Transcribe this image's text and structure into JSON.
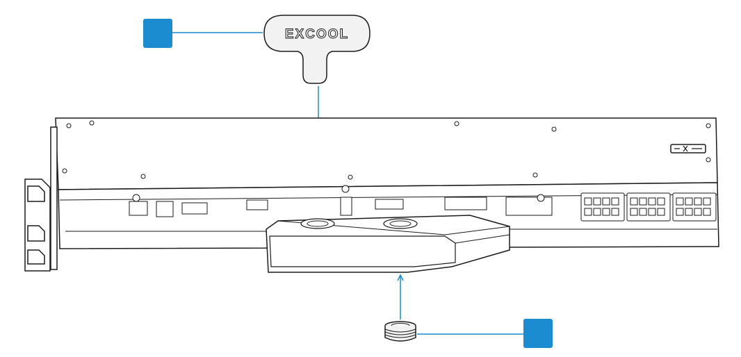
{
  "figure": {
    "kind": "exploded-assembly-drawing",
    "logo_text": "EXCOOL",
    "accent_color": "#1a8ccf",
    "line_color": "#1a1a1a",
    "fill_light": "#f2f2f2",
    "callout_markers": [
      {
        "id": "marker-tool",
        "label": ""
      },
      {
        "id": "marker-plug",
        "label": ""
      }
    ]
  }
}
